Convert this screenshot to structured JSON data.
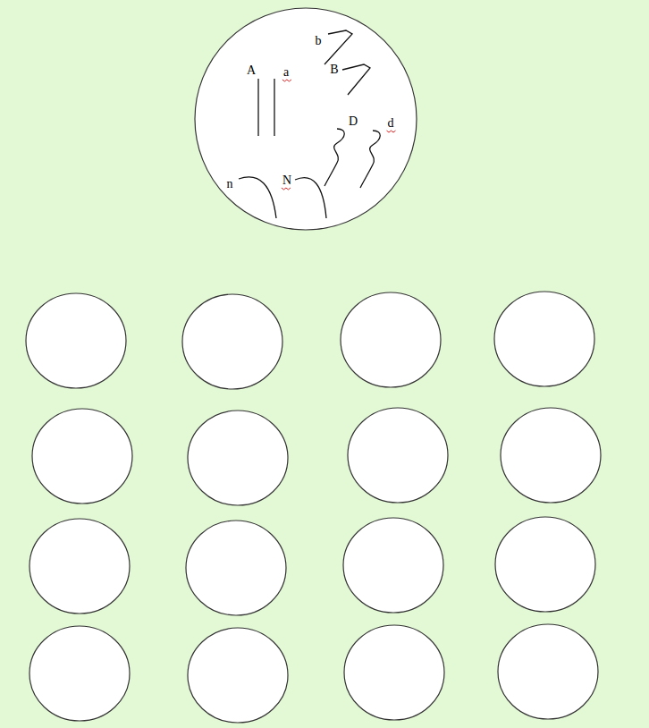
{
  "diagram": {
    "nodes": [
      {
        "text": [
          "b",
          "A",
          "a",
          "B",
          "D",
          "d",
          "n",
          "N"
        ]
      }
    ]
  }
}
